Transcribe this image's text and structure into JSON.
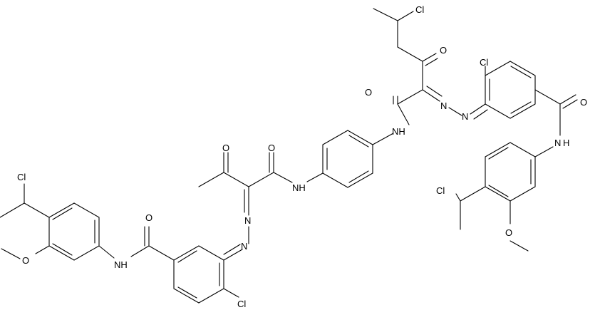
{
  "image": {
    "kind": "chemical-structure",
    "background": "#ffffff",
    "ink": "#000000"
  },
  "labels": {
    "cl_top": "Cl",
    "cl_ring_right": "Cl",
    "o_top_ketone": "O",
    "o_right_amide1": "O",
    "nh_right_amide1": "NH",
    "o_right_amide2": "O",
    "nh_right_amide2": "N",
    "h_right_amide2": "H",
    "cl_right_chloroethyl": "Cl",
    "o_right_methoxy": "O",
    "o_left_ketone": "O",
    "o_left_amide1": "O",
    "nh_left_amide1": "NH",
    "cl_left_chloroethyl": "Cl",
    "o_left_methoxy": "O",
    "o_left_amide2": "O",
    "nh_left_amide2": "NH",
    "cl_ring_left": "Cl"
  }
}
